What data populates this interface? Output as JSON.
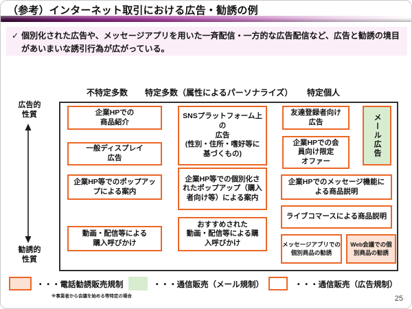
{
  "slide": {
    "title": "（参考）インターネット取引における広告・勧誘の例",
    "page_number": "25"
  },
  "summary": {
    "check": "✓",
    "text": "個別化された広告や、メッセージアプリを用いた一斉配信・一方的な広告配信など、広告と勧誘の境目があいまいな誘引行為が広がっている。"
  },
  "matrix": {
    "column_headers": [
      "不特定多数",
      "特定多数（属性によるパーソナライズ）",
      "特定個人"
    ],
    "axis_top": "広告的\n性質",
    "axis_bottom": "勧誘的\n性質"
  },
  "boxes": [
    {
      "label": "企業HPでの\n商品紹介",
      "category": "通信販売（広告規制）"
    },
    {
      "label": "一般ディスプレイ\n広告",
      "category": "通信販売（広告規制）"
    },
    {
      "label": "企業HP等でのポップアッ\nプによる案内",
      "category": "通信販売（広告規制）"
    },
    {
      "label": "動画・配信等による\n購入呼びかけ",
      "category": "通信販売（広告規制）"
    },
    {
      "label": "SNSプラットフォーム上の\n広告\n(性別・住所・嗜好等に\n基づくもの)",
      "category": "通信販売（広告規制）"
    },
    {
      "label": "企業HP等での個別化さ\nれたポップアップ（購入\n者向け等）による案内",
      "category": "通信販売（広告規制）"
    },
    {
      "label": "おすすめされた\n動画・配信等による購\n入呼びかけ",
      "category": "通信販売（広告規制）"
    },
    {
      "label": "友達登録者向け\n広告",
      "category": "通信販売（広告規制）"
    },
    {
      "label": "企業HPでの会\n員向け限定\nオファー",
      "category": "通信販売（広告規制）"
    },
    {
      "label": "メール広告",
      "category": "通信販売（メール規制）"
    },
    {
      "label": "企業HPでのメッセージ機能に\nよる商品説明",
      "category": "通信販売（広告規制）"
    },
    {
      "label": "ライブコマースによる商品説明",
      "category": "通信販売（広告規制）"
    },
    {
      "label": "メッセージアプリでの\n個別商品の勧誘",
      "category": "通信販売（広告規制）"
    },
    {
      "label": "Web会議での個\n別商品の勧誘",
      "category": "電話勧誘販売規制"
    }
  ],
  "legend": [
    {
      "label": "・・・電話勧誘販売規制",
      "note": "※事業者から会議を始める等特定の場合"
    },
    {
      "label": "・・・通信販売（メール規制）"
    },
    {
      "label": "・・・通信販売（広告規制）"
    }
  ],
  "colors": {
    "accent_orange": "#ec6625",
    "peach_fill": "#fbe2d5",
    "green_fill": "#d8ecd0",
    "summary_bg": "#fbeef9",
    "bar_purple": "#7e1f78"
  }
}
